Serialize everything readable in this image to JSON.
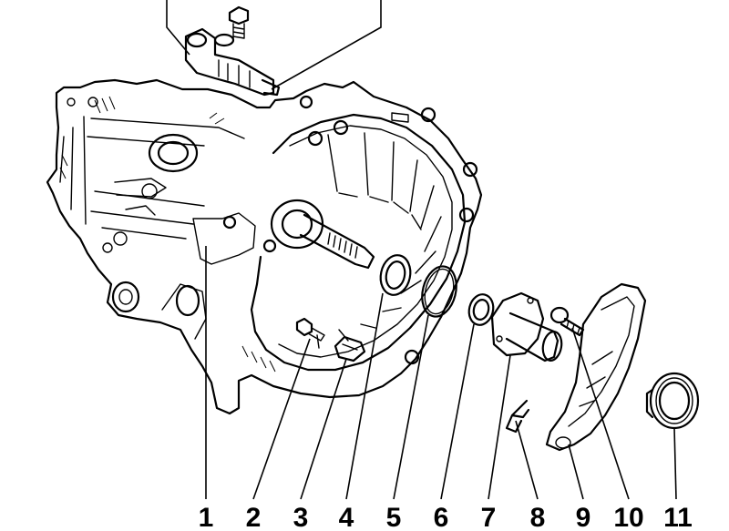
{
  "callouts": [
    {
      "label": "1"
    },
    {
      "label": "2"
    },
    {
      "label": "3"
    },
    {
      "label": "4"
    },
    {
      "label": "5"
    },
    {
      "label": "6"
    },
    {
      "label": "7"
    },
    {
      "label": "8"
    },
    {
      "label": "9"
    },
    {
      "label": "10"
    },
    {
      "label": "11"
    }
  ],
  "colors": {
    "ink": "#000000",
    "background": "#ffffff"
  }
}
